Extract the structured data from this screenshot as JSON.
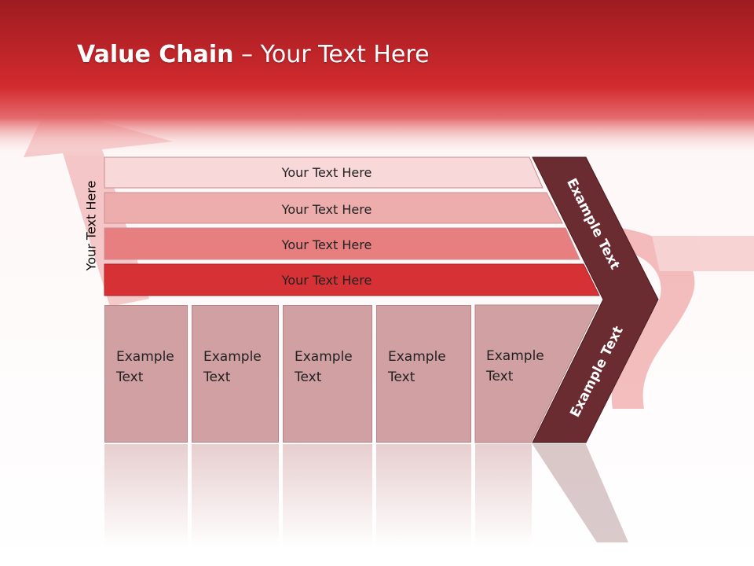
{
  "title": {
    "bold": "Value Chain",
    "rest": " – Your Text Here"
  },
  "side_label": "Your Text Here",
  "bands": [
    {
      "label": "Your Text Here",
      "color": "#f8d8d8"
    },
    {
      "label": "Your Text Here",
      "color": "#eeadad"
    },
    {
      "label": "Your Text Here",
      "color": "#e77f80"
    },
    {
      "label": "Your Text Here",
      "color": "#d63235"
    }
  ],
  "columns": [
    {
      "line1": "Example",
      "line2": "Text"
    },
    {
      "line1": "Example",
      "line2": "Text"
    },
    {
      "line1": "Example",
      "line2": "Text"
    },
    {
      "line1": "Example",
      "line2": "Text"
    },
    {
      "line1": "Example",
      "line2": "Text"
    }
  ],
  "chevron": {
    "upper_label": "Example Text",
    "lower_label": "Example Text",
    "color": "#6b2c31"
  },
  "colors": {
    "header_red": "#c8282c",
    "cell_fill": "#d0a0a2"
  }
}
